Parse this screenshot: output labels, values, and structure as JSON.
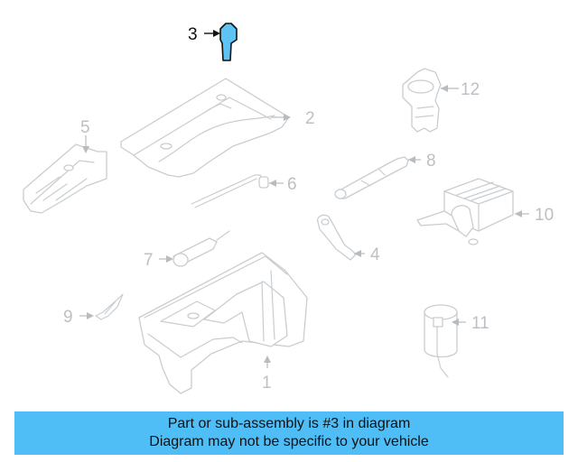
{
  "callouts": {
    "c1": "1",
    "c2": "2",
    "c3": "3",
    "c4": "4",
    "c5": "5",
    "c6": "6",
    "c7": "7",
    "c8": "8",
    "c9": "9",
    "c10": "10",
    "c11": "11",
    "c12": "12"
  },
  "highlight_color": "#5ec2f3",
  "banner": {
    "color": "#4fbef7",
    "line1": "Part or sub-assembly is #3 in diagram",
    "line2": "Diagram may not be specific to your vehicle"
  }
}
